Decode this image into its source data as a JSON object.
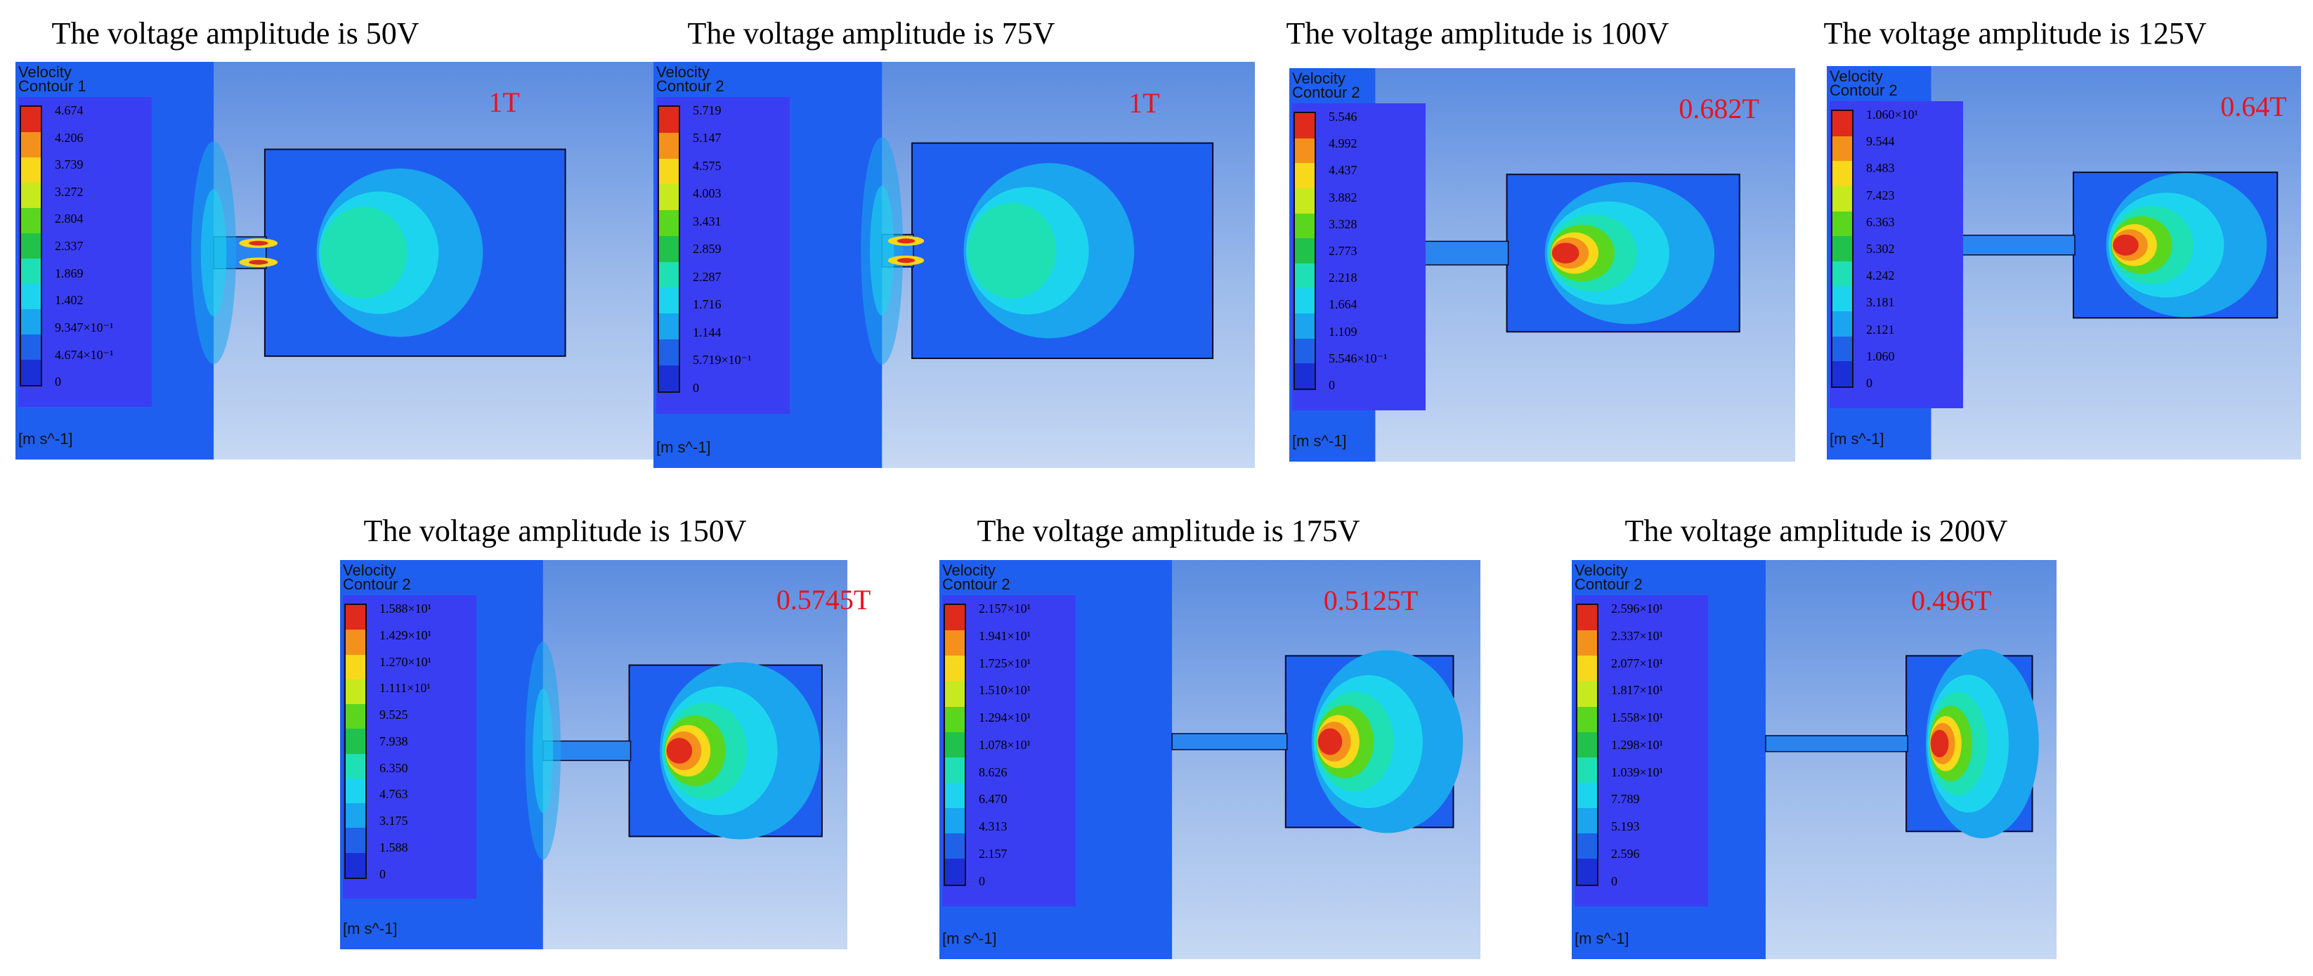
{
  "colorbar_colors": [
    "#e02a1c",
    "#f4911c",
    "#f7d81b",
    "#c6ea1d",
    "#5ad61f",
    "#20c24b",
    "#1ee0b4",
    "#1dd4ef",
    "#1aa5ee",
    "#1f62e8",
    "#1b2fd6"
  ],
  "colors": {
    "outer_fluid": "#1f5fef",
    "chamber": "#1f5fef",
    "title_text": "#000000",
    "field_text": "#e8131b"
  },
  "panels": [
    {
      "title": "The voltage amplitude is 50V",
      "field": "1T",
      "legend_title": "Velocity",
      "legend_subtitle": "Contour 1",
      "unit": "[m s^-1]",
      "ticks": [
        "4.674",
        "4.206",
        "3.739",
        "3.272",
        "2.804",
        "2.337",
        "1.869",
        "1.402",
        "9.347×10⁻¹",
        "4.674×10⁻¹",
        "0"
      ]
    },
    {
      "title": "The voltage amplitude is 75V",
      "field": "1T",
      "legend_title": "Velocity",
      "legend_subtitle": "Contour 2",
      "unit": "[m s^-1]",
      "ticks": [
        "5.719",
        "5.147",
        "4.575",
        "4.003",
        "3.431",
        "2.859",
        "2.287",
        "1.716",
        "1.144",
        "5.719×10⁻¹",
        "0"
      ]
    },
    {
      "title": "The voltage amplitude is 100V",
      "field": "0.682T",
      "legend_title": "Velocity",
      "legend_subtitle": "Contour 2",
      "unit": "[m s^-1]",
      "ticks": [
        "5.546",
        "4.992",
        "4.437",
        "3.882",
        "3.328",
        "2.773",
        "2.218",
        "1.664",
        "1.109",
        "5.546×10⁻¹",
        "0"
      ]
    },
    {
      "title": "The voltage amplitude is 125V",
      "field": "0.64T",
      "legend_title": "Velocity",
      "legend_subtitle": "Contour 2",
      "unit": "[m s^-1]",
      "ticks": [
        "1.060×10¹",
        "9.544",
        "8.483",
        "7.423",
        "6.363",
        "5.302",
        "4.242",
        "3.181",
        "2.121",
        "1.060",
        "0"
      ]
    },
    {
      "title": "The voltage amplitude is 150V",
      "field": "0.5745T",
      "legend_title": "Velocity",
      "legend_subtitle": "Contour 2",
      "unit": "[m s^-1]",
      "ticks": [
        "1.588×10¹",
        "1.429×10¹",
        "1.270×10¹",
        "1.111×10¹",
        "9.525",
        "7.938",
        "6.350",
        "4.763",
        "3.175",
        "1.588",
        "0"
      ]
    },
    {
      "title": "The voltage amplitude is 175V",
      "field": "0.5125T",
      "legend_title": "Velocity",
      "legend_subtitle": "Contour 2",
      "unit": "[m s^-1]",
      "ticks": [
        "2.157×10¹",
        "1.941×10¹",
        "1.725×10¹",
        "1.510×10¹",
        "1.294×10¹",
        "1.078×10¹",
        "8.626",
        "6.470",
        "4.313",
        "2.157",
        "0"
      ]
    },
    {
      "title": "The voltage amplitude is 200V",
      "field": "0.496T",
      "legend_title": "Velocity",
      "legend_subtitle": "Contour 2",
      "unit": "[m s^-1]",
      "ticks": [
        "2.596×10¹",
        "2.337×10¹",
        "2.077×10¹",
        "1.817×10¹",
        "1.558×10¹",
        "1.298×10¹",
        "1.039×10¹",
        "7.789",
        "5.193",
        "2.596",
        "0"
      ]
    }
  ]
}
